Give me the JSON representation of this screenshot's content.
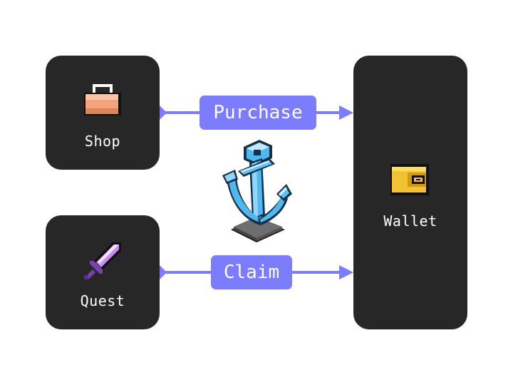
{
  "nodes": {
    "shop": {
      "label": "Shop",
      "icon": "shopping-bag-icon"
    },
    "quest": {
      "label": "Quest",
      "icon": "sword-icon"
    },
    "wallet": {
      "label": "Wallet",
      "icon": "wallet-icon"
    }
  },
  "edges": [
    {
      "from": "Shop",
      "to": "Wallet",
      "label": "Purchase"
    },
    {
      "from": "Quest",
      "to": "Wallet",
      "label": "Claim"
    }
  ],
  "center_icon": "anchor-icon",
  "colors": {
    "card": "#272727",
    "accent": "#7c7cff",
    "text": "#ffffff",
    "anchor": "#4fb8ef",
    "bag": "#f4a47c",
    "sword": "#c88bf0",
    "wallet": "#f2c230"
  }
}
